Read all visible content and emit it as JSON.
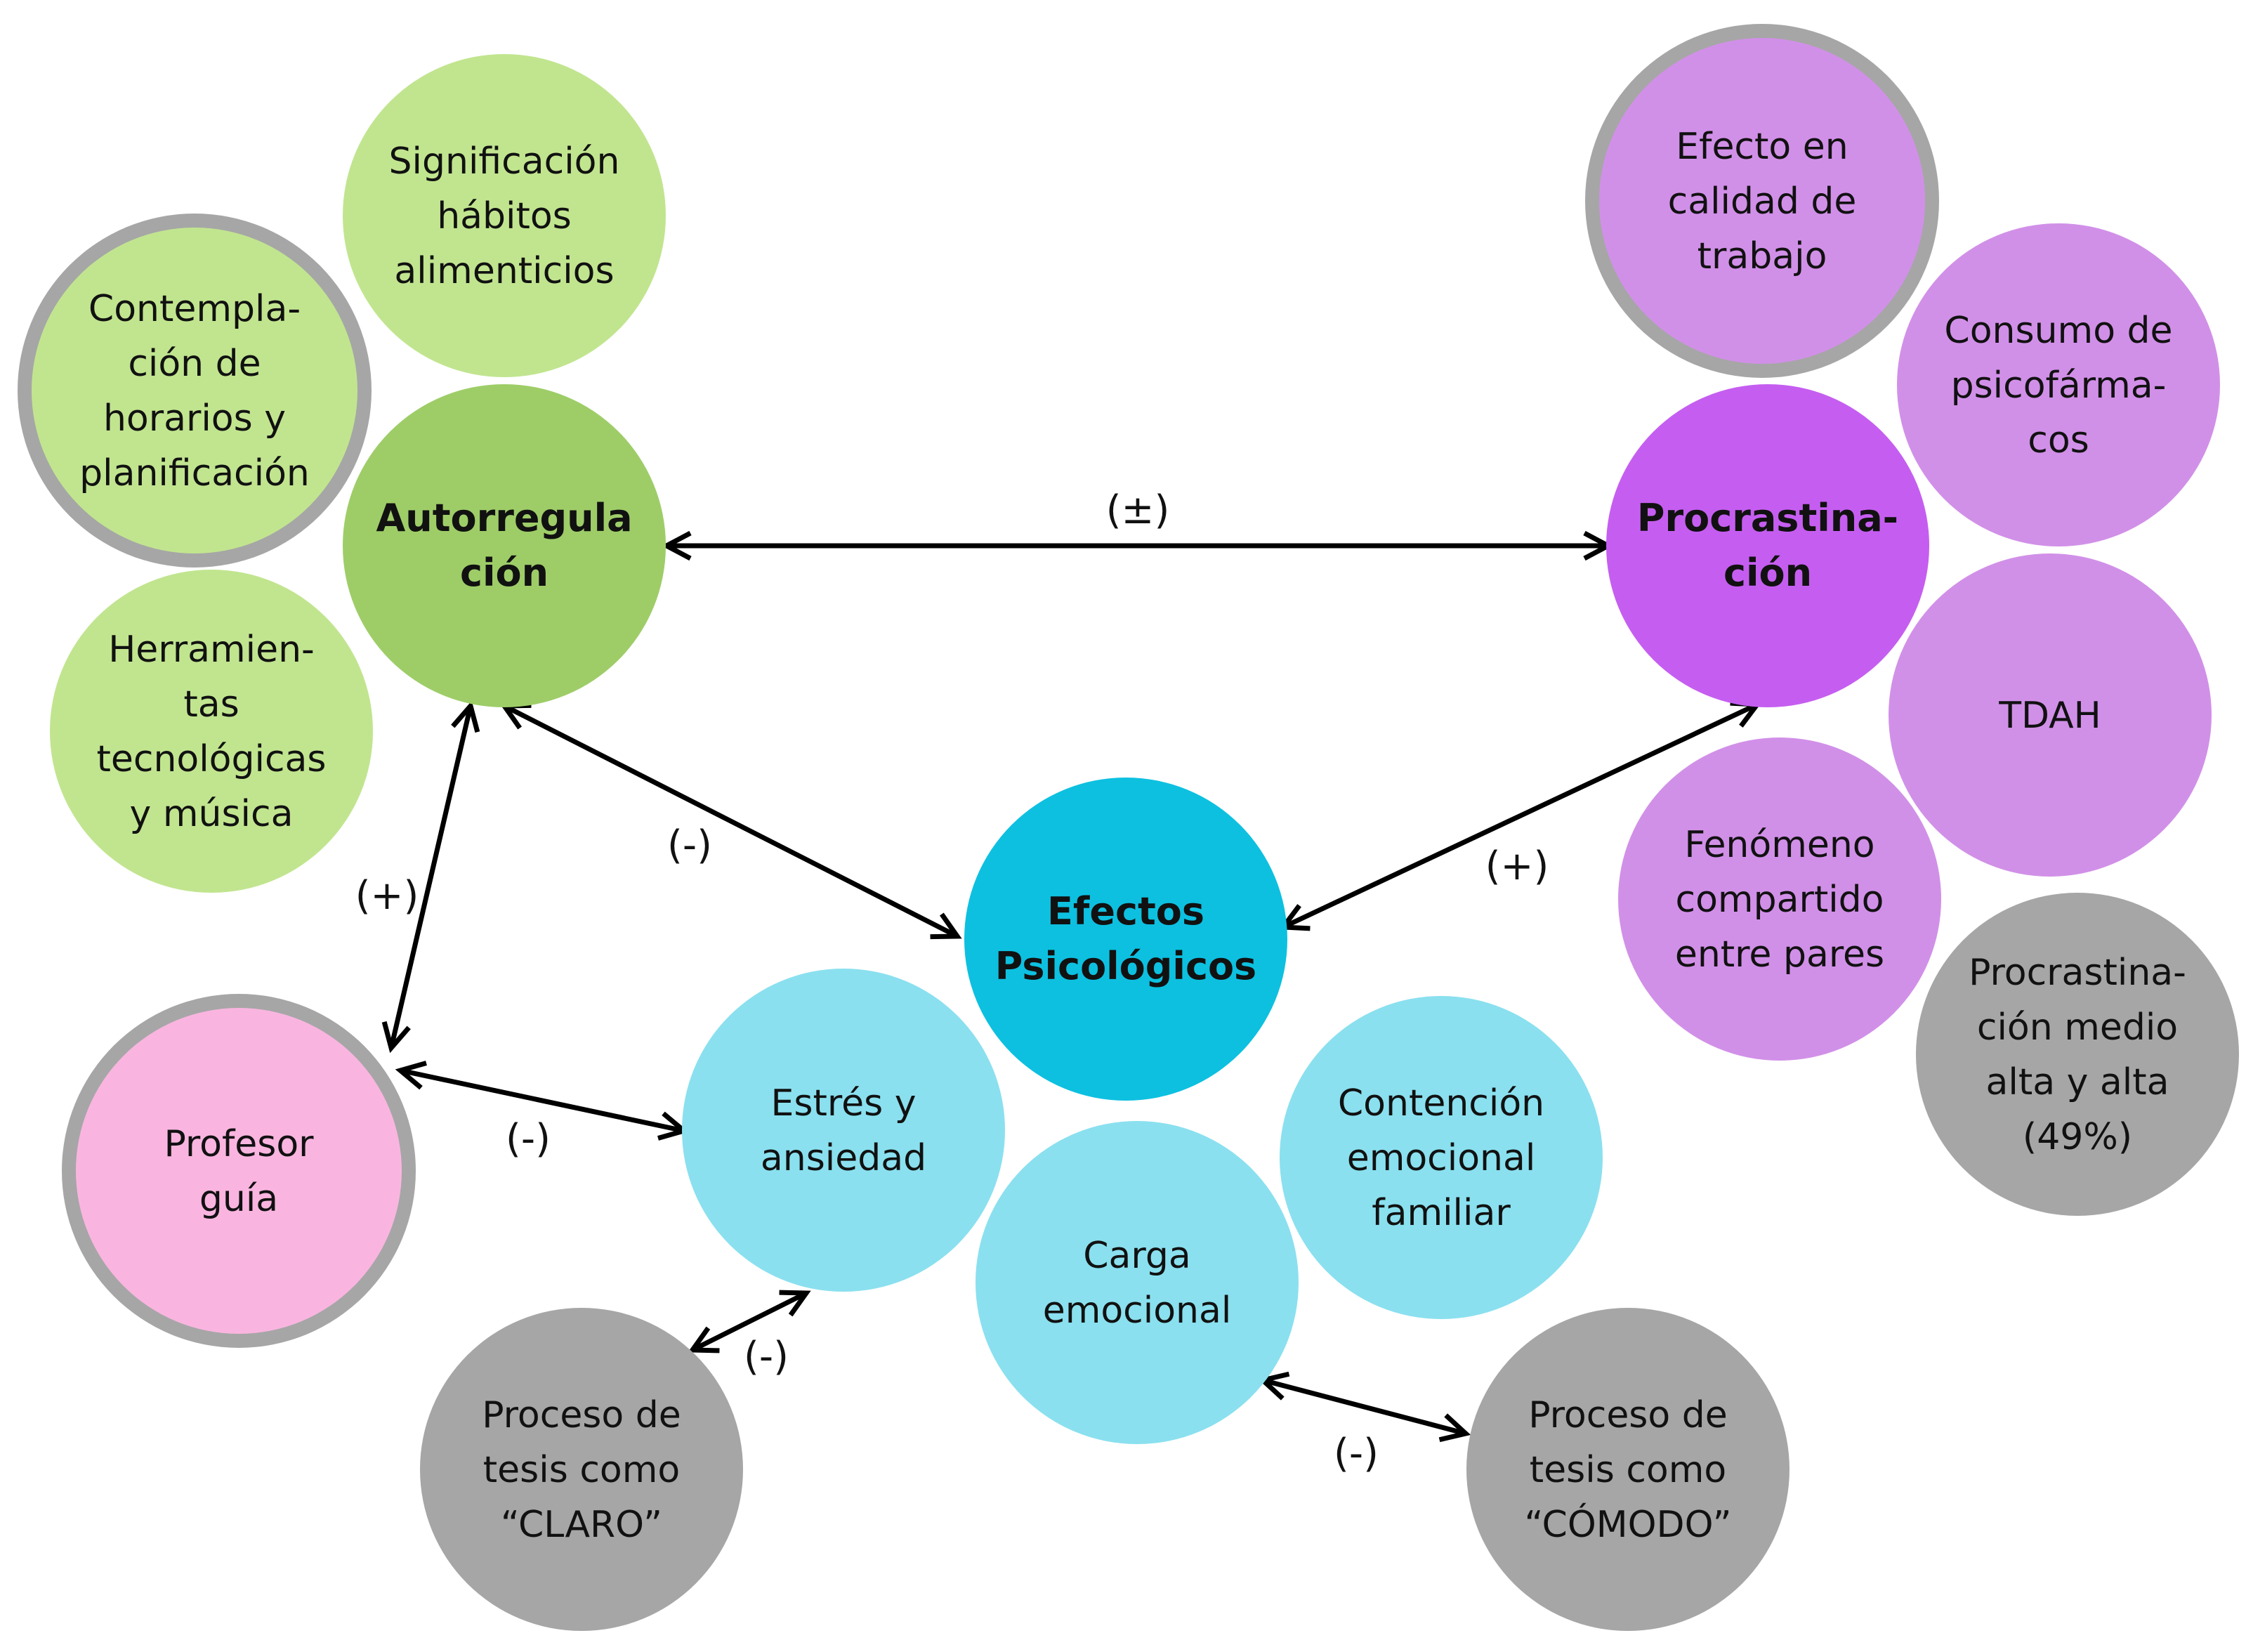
{
  "colors": {
    "green_light": "#c1e58f",
    "green_main": "#9ecd68",
    "purple_light": "#d190e8",
    "purple_main": "#c55ef0",
    "cyan_light": "#8ae0ef",
    "cyan_main": "#0dc0e0",
    "gray": "#a6a6a6",
    "gray_ring": "#a6a6a6",
    "pink": "#f9b5e0",
    "arrow": "#000000"
  },
  "nodes": [
    {
      "id": "significacion",
      "lines": [
        "Significación",
        "hábitos",
        "alimenticios"
      ],
      "color": "green_light",
      "bold": false,
      "ring": false
    },
    {
      "id": "contemplacion",
      "lines": [
        "Contempla-",
        "ción de",
        "horarios y",
        "planificación"
      ],
      "color": "green_light",
      "bold": false,
      "ring": true
    },
    {
      "id": "autorregulacion",
      "lines": [
        "Autorregula",
        "ción"
      ],
      "color": "green_main",
      "bold": true,
      "ring": false
    },
    {
      "id": "herramientas",
      "lines": [
        "Herramien-",
        "tas",
        "tecnológicas",
        "y música"
      ],
      "color": "green_light",
      "bold": false,
      "ring": false
    },
    {
      "id": "profesor",
      "lines": [
        "Profesor",
        "guía"
      ],
      "color": "pink",
      "bold": false,
      "ring": true
    },
    {
      "id": "estres",
      "lines": [
        "Estrés y",
        "ansiedad"
      ],
      "color": "cyan_light",
      "bold": false,
      "ring": false
    },
    {
      "id": "efectos",
      "lines": [
        "Efectos",
        "Psicológicos"
      ],
      "color": "cyan_main",
      "bold": true,
      "ring": false
    },
    {
      "id": "carga",
      "lines": [
        "Carga",
        "emocional"
      ],
      "color": "cyan_light",
      "bold": false,
      "ring": false
    },
    {
      "id": "contencion",
      "lines": [
        "Contención",
        "emocional",
        "familiar"
      ],
      "color": "cyan_light",
      "bold": false,
      "ring": false
    },
    {
      "id": "claro",
      "lines": [
        "Proceso de",
        "tesis como",
        "“CLARO”"
      ],
      "color": "gray",
      "bold": false,
      "ring": false
    },
    {
      "id": "comodo",
      "lines": [
        "Proceso de",
        "tesis como",
        "“CÓMODO”"
      ],
      "color": "gray",
      "bold": false,
      "ring": false
    },
    {
      "id": "efecto_calidad",
      "lines": [
        "Efecto en",
        "calidad de",
        "trabajo"
      ],
      "color": "purple_light",
      "bold": false,
      "ring": true
    },
    {
      "id": "consumo",
      "lines": [
        "Consumo de",
        "psicofárma-",
        "cos"
      ],
      "color": "purple_light",
      "bold": false,
      "ring": false
    },
    {
      "id": "procrastinacion",
      "lines": [
        "Procrastina-",
        "ción"
      ],
      "color": "purple_main",
      "bold": true,
      "ring": false
    },
    {
      "id": "tdah",
      "lines": [
        "TDAH"
      ],
      "color": "purple_light",
      "bold": false,
      "ring": false
    },
    {
      "id": "fenomeno",
      "lines": [
        "Fenómeno",
        "compartido",
        "entre pares"
      ],
      "color": "purple_light",
      "bold": false,
      "ring": false
    },
    {
      "id": "procrastinacion_49",
      "lines": [
        "Procrastina-",
        "ción medio",
        "alta y alta",
        "(49%)"
      ],
      "color": "gray",
      "bold": false,
      "ring": false
    }
  ],
  "edges": [
    {
      "id": "autorregulacion-procrastinacion",
      "from": "autorregulacion",
      "to": "procrastinacion",
      "label": "(±)"
    },
    {
      "id": "autorregulacion-efectos",
      "from": "autorregulacion",
      "to": "efectos",
      "label": "(-)"
    },
    {
      "id": "procrastinacion-efectos",
      "from": "procrastinacion",
      "to": "efectos",
      "label": "(+)"
    },
    {
      "id": "autorregulacion-profesor",
      "from": "autorregulacion",
      "to": "profesor",
      "label": "(+)"
    },
    {
      "id": "profesor-estres",
      "from": "profesor",
      "to": "estres",
      "label": "(-)"
    },
    {
      "id": "estres-claro",
      "from": "estres",
      "to": "claro",
      "label": "(-)"
    },
    {
      "id": "carga-comodo",
      "from": "carga",
      "to": "comodo",
      "label": "(-)"
    }
  ]
}
